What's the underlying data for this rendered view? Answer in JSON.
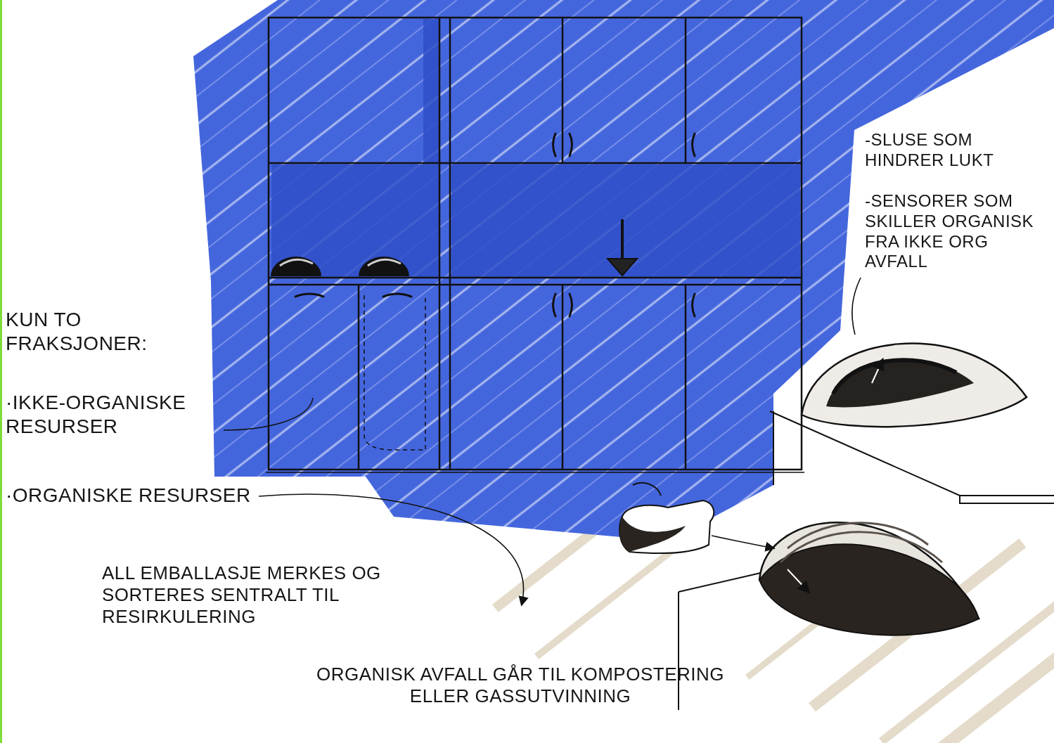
{
  "diagram": {
    "labels": [
      "-SLUSE SOM HINDRER LUKT",
      "-SENSORER SOM SKILLER ORGANISK FRA IKKE ORG AVFALL",
      "KUN TO FRAKSJONER:",
      "·IKKE-ORGANISKE RESURSER",
      "·ORGANISKE RESURSER",
      "ALL EMBALLASJE MERKES OG SORTERES SENTRALT TIL RESIRKULERING",
      "ORGANISK AVFALL GÅR TIL KOMPOSTERING ELLER GASSUTVINNING"
    ]
  }
}
